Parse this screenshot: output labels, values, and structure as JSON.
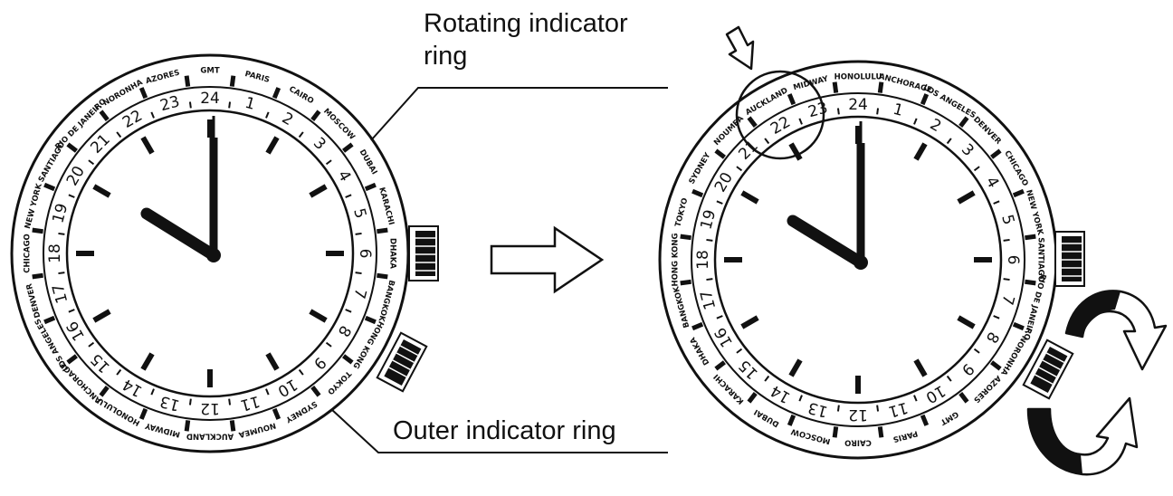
{
  "labels": {
    "rotating_line1": "Rotating indicator",
    "rotating_line2": "ring",
    "outer": "Outer indicator ring"
  },
  "hours24": [
    "24",
    "1",
    "2",
    "3",
    "4",
    "5",
    "6",
    "7",
    "8",
    "9",
    "10",
    "11",
    "12",
    "13",
    "14",
    "15",
    "16",
    "17",
    "18",
    "19",
    "20",
    "21",
    "22",
    "23"
  ],
  "cities": [
    "GMT",
    "PARIS",
    "CAIRO",
    "MOSCOW",
    "DUBAI",
    "KARACHI",
    "DHAKA",
    "BANGKOK",
    "HONG KONG",
    "TOKYO",
    "SYDNEY",
    "NOUMEA",
    "AUCKLAND",
    "MIDWAY",
    "HONOLULU",
    "ANCHORAGE",
    "LOS ANGELES",
    "DENVER",
    "CHICAGO",
    "NEW YORK",
    "SANTIAGO",
    "RIO DE JANEIRO",
    "F. NORONHA",
    "AZORES"
  ],
  "left_watch": {
    "ring_offset_steps": 0
  },
  "right_watch": {
    "ring_offset_steps": 10,
    "shows_rotation_arrows": true,
    "highlight_circle": true
  },
  "colors": {
    "ink": "#111111",
    "background": "#ffffff"
  }
}
